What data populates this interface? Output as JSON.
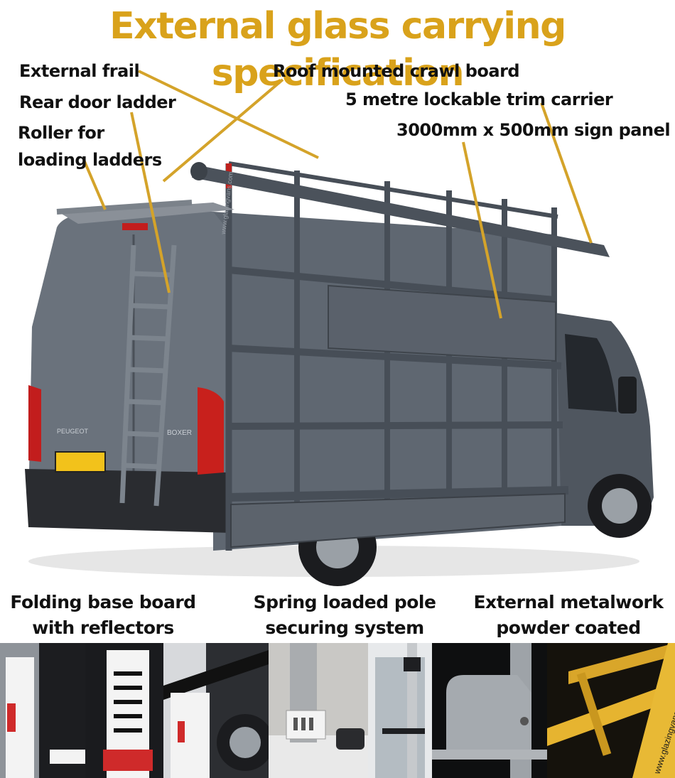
{
  "title": "External glass carrying specification",
  "colors": {
    "title": "#d9a21b",
    "leader": "#d4a32a",
    "van_body": "#5b636d",
    "rack": "#4b525b"
  },
  "labels": {
    "external_frail": "External frail",
    "rear_door_ladder": "Rear door ladder",
    "roller_line1": "Roller for",
    "roller_line2": "loading ladders",
    "roof_crawl_board": "Roof mounted crawl board",
    "trim_carrier": "5 metre lockable trim carrier",
    "sign_panel": "3000mm x 500mm sign panel"
  },
  "van": {
    "badge_make": "PEUGEOT",
    "badge_model": "BOXER",
    "rack_text": "www.glazingvans.com"
  },
  "captions": {
    "folding_line1": "Folding base board",
    "folding_line2": "with reflectors",
    "spring_line1": "Spring loaded pole",
    "spring_line2": "securing system",
    "metal_line1": "External metalwork",
    "metal_line2": "powder coated"
  },
  "photos": {
    "beam_text": "www.glazingvans.com"
  }
}
